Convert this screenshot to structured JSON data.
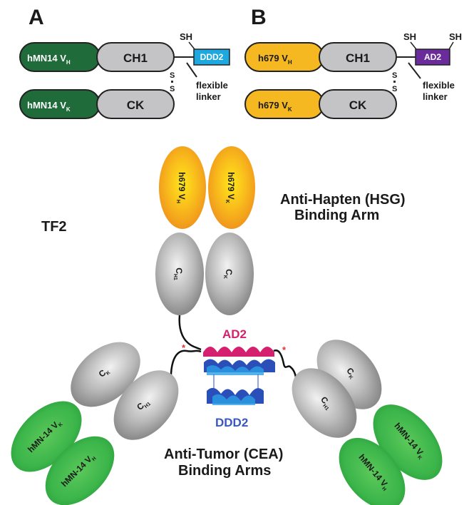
{
  "panel_a": {
    "letter": "A",
    "heavy_chain": {
      "variable": "hMN14 V",
      "variable_sub": "H",
      "constant": "CH1"
    },
    "light_chain": {
      "variable": "hMN14 V",
      "variable_sub": "K",
      "constant": "CK"
    },
    "disulfide": [
      "S",
      "S"
    ],
    "tag": "DDD2",
    "sh_labels": [
      "SH"
    ],
    "linker_label": [
      "flexible",
      "linker"
    ],
    "colors": {
      "variable": "#1f6b3a",
      "constant": "#c4c4c6",
      "tag": "#1ea8e0"
    }
  },
  "panel_b": {
    "letter": "B",
    "heavy_chain": {
      "variable": "h679 V",
      "variable_sub": "H",
      "constant": "CH1"
    },
    "light_chain": {
      "variable": "h679 V",
      "variable_sub": "K",
      "constant": "CK"
    },
    "disulfide": [
      "S",
      "S"
    ],
    "tag": "AD2",
    "sh_labels": [
      "SH",
      "SH"
    ],
    "linker_label": [
      "flexible",
      "linker"
    ],
    "colors": {
      "variable": "#f5b820",
      "constant": "#c4c4c6",
      "tag": "#6a2c9a"
    }
  },
  "tf2": {
    "title": "TF2",
    "hapten_arm": {
      "label_line1": "Anti-Hapten (HSG)",
      "label_line2": "Binding Arm",
      "domains": [
        {
          "name": "h679 V",
          "sub": "H"
        },
        {
          "name": "h679 V",
          "sub": "K"
        },
        {
          "name": "C",
          "sub": "H1"
        },
        {
          "name": "C",
          "sub": "K"
        }
      ]
    },
    "tumor_arms": {
      "label_line1": "Anti-Tumor (CEA)",
      "label_line2": "Binding Arms",
      "left": [
        {
          "name": "C",
          "sub": "K"
        },
        {
          "name": "C",
          "sub": "H1"
        },
        {
          "name": "hMN-14 V",
          "sub": "K"
        },
        {
          "name": "hMN-14 V",
          "sub": "H"
        }
      ],
      "right": [
        {
          "name": "C",
          "sub": "K"
        },
        {
          "name": "C",
          "sub": "H1"
        },
        {
          "name": "hMN-14 V",
          "sub": "K"
        },
        {
          "name": "hMN-14 V",
          "sub": "H"
        }
      ]
    },
    "ad2_label": "AD2",
    "ddd2_label": "DDD2",
    "star_marker": "*",
    "colors": {
      "hapten_variable": "#f39a1e",
      "tumor_variable": "#3bb54a",
      "constant": "#a8a8a8",
      "ad2": "#d4206e",
      "ddd2_dark": "#2b4fb8",
      "ddd2_light": "#2aa0e6",
      "star": "#e8302e"
    }
  }
}
